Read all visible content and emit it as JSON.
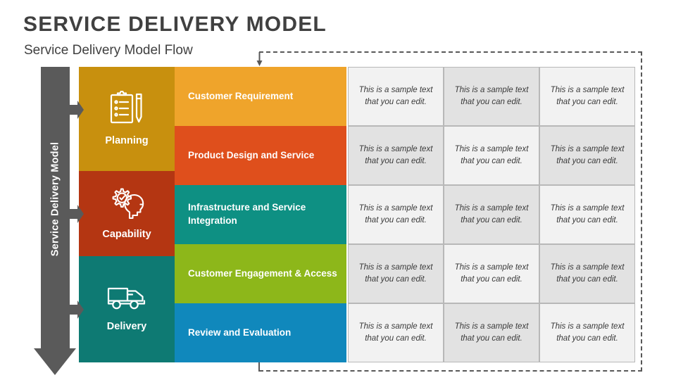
{
  "header": {
    "title": "SERVICE DELIVERY MODEL",
    "subtitle": "Service Delivery Model Flow"
  },
  "colors": {
    "title_text": "#404040",
    "axis_bar": "#5a5a5a",
    "planning": "#C8900E",
    "capability": "#B43612",
    "delivery": "#0E7A73",
    "row_customer_requirement": "#EFA42B",
    "row_product_design": "#DF4F1C",
    "row_infrastructure": "#0E9083",
    "row_customer_engagement": "#8DB71A",
    "row_review_evaluation": "#1088BC",
    "cell_light": "#f2f2f2",
    "cell_dark": "#e2e2e2",
    "cell_border": "#b8b8b8",
    "dashed_line": "#585858"
  },
  "axis": {
    "label": "Service Delivery Model"
  },
  "categories": [
    {
      "label": "Planning",
      "icon": "clipboard-pen-icon",
      "color": "#C8900E"
    },
    {
      "label": "Capability",
      "icon": "gear-head-icon",
      "color": "#B43612"
    },
    {
      "label": "Delivery",
      "icon": "delivery-truck-icon",
      "color": "#0E7A73"
    }
  ],
  "rows": [
    {
      "label": "Customer Requirement",
      "color": "#EFA42B"
    },
    {
      "label": "Product Design and Service",
      "color": "#DF4F1C"
    },
    {
      "label": "Infrastructure and Service Integration",
      "color": "#0E9083"
    },
    {
      "label": "Customer Engagement & Access",
      "color": "#8DB71A"
    },
    {
      "label": "Review and Evaluation",
      "color": "#1088BC"
    }
  ],
  "cells": [
    [
      "This is a sample text that you can edit.",
      "This is a sample text that you can edit.",
      "This is a sample text that you can edit."
    ],
    [
      "This is a sample text that you can edit.",
      "This is a sample text that you can edit.",
      "This is a sample text that you can edit."
    ],
    [
      "This is a sample text that you can edit.",
      "This is a sample text that you can edit.",
      "This is a sample text that you can edit."
    ],
    [
      "This is a sample text that you can edit.",
      "This is a sample text that you can edit.",
      "This is a sample text that you can edit."
    ],
    [
      "This is a sample text that you can edit.",
      "This is a sample text that you can edit.",
      "This is a sample text that you can edit."
    ]
  ]
}
